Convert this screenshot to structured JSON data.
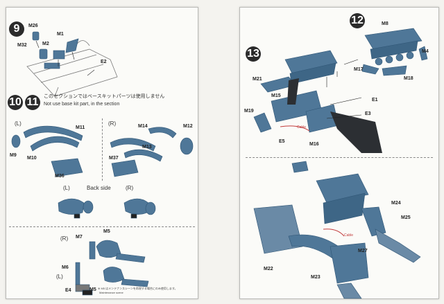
{
  "left_page": {
    "step9": {
      "number": "9",
      "labels": [
        "M26",
        "M32",
        "M2",
        "M1",
        "E2"
      ]
    },
    "step10_11": {
      "numbers": [
        "10",
        "11"
      ],
      "notice_jp": "このセクションではベースキットパーツは使用しません",
      "notice_en": "Not use base kit part, in the section",
      "side_l": "(L)",
      "side_r": "(R)",
      "labels": [
        "M11",
        "M14",
        "M12",
        "M9",
        "M10",
        "M13",
        "M36",
        "M37"
      ],
      "back_side": "Back side"
    },
    "maintenance": {
      "side_r": "(R)",
      "side_l": "(L)",
      "labels": [
        "M7",
        "M5",
        "M6",
        "E4",
        "M5"
      ],
      "note_jp": "※ M5 はメンテナンスシーンを再現する場合にのみ使用します。",
      "note_en": "Maintenance scene"
    }
  },
  "right_page": {
    "step12": {
      "number": "12",
      "labels": [
        "M8",
        "M4",
        "M17",
        "M18"
      ]
    },
    "step13": {
      "number": "13",
      "labels": [
        "M21",
        "M15",
        "E1",
        "M19",
        "E3",
        "E5",
        "M16"
      ],
      "cable": "Cable"
    },
    "assembly": {
      "labels": [
        "M24",
        "M25",
        "M27",
        "M22",
        "M23"
      ],
      "cable": "Cable"
    }
  },
  "colors": {
    "part": "#4f7798",
    "part_dark": "#2f5575",
    "ink": "#222222",
    "cable": "#c23a3a"
  }
}
